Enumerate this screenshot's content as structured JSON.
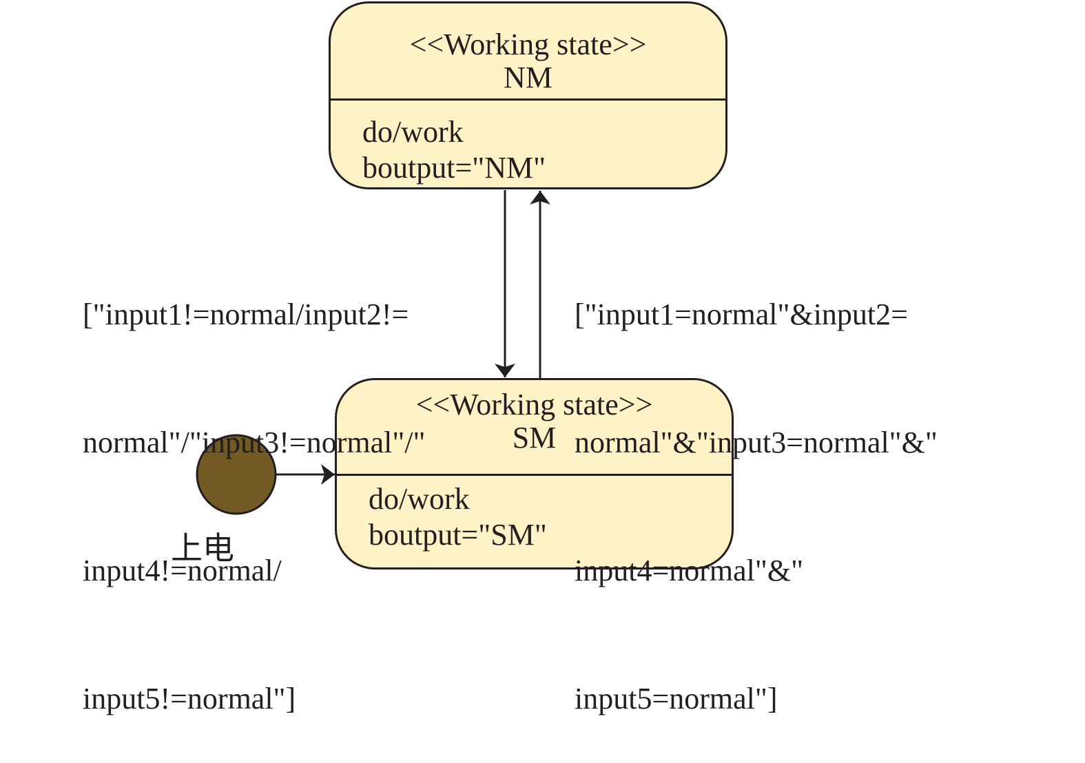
{
  "colors": {
    "state_fill": "#fff2c6",
    "stroke": "#231f20",
    "initial_fill": "#735a24",
    "background": "#ffffff"
  },
  "states": {
    "nm": {
      "stereotype": "<<Working state>>",
      "name": "NM",
      "actions": [
        "do/work",
        "boutput=\"NM\""
      ]
    },
    "sm": {
      "stereotype": "<<Working state>>",
      "name": "SM",
      "actions": [
        "do/work",
        "boutput=\"SM\""
      ]
    }
  },
  "transitions": {
    "nm_to_sm": {
      "from": "NM",
      "to": "SM",
      "guard_lines": [
        "[\"input1!=normal/input2!=",
        "normal\"/\"input3!=normal\"/\"",
        "input4!=normal/",
        "input5!=normal\"]"
      ]
    },
    "sm_to_nm": {
      "from": "SM",
      "to": "NM",
      "guard_lines": [
        "[\"input1=normal\"&input2=",
        "normal\"&\"input3=normal\"&\"",
        "input4=normal\"&\"",
        "input5=normal\"]"
      ]
    },
    "initial_to_sm": {
      "from": "initial",
      "to": "SM"
    }
  },
  "initial": {
    "label": "上电"
  }
}
